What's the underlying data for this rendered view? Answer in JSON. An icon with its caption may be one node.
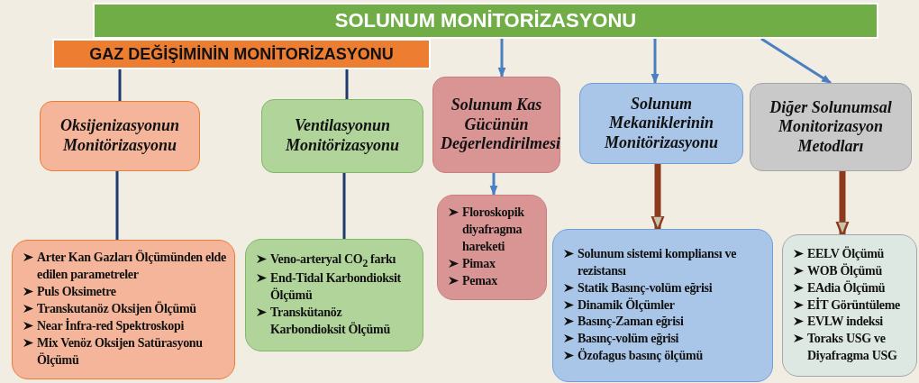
{
  "diagram": {
    "nodes": [
      {
        "text": [
          "SOLUNUM MONİTORİZASYONU"
        ]
      },
      {
        "text": [
          "GAZ DEĞİŞİMİNİN MONİTORİZASYONU"
        ]
      },
      {
        "text": [
          "Oksijenizasyonun Monitörizasyonu"
        ]
      },
      {
        "text": [
          "Ventilasyonun Monitörizasyonu"
        ]
      },
      {
        "text": [
          "Solunum Kas Gücünün Değerlendirilmesi"
        ]
      },
      {
        "text": [
          "Solunum Mekaniklerinin Monitörizasyonu"
        ]
      },
      {
        "text": [
          "Diğer Solunumsal Monitorizasyon Metodları"
        ]
      },
      {
        "text": [
          "Arter Kan Gazları Ölçümünden elde edilen parametreler",
          "Puls Oksimetre",
          "Transkutanöz Oksijen  Ölçümü",
          "Near İnfra-red  Spektroskopi",
          "Mix Venöz Oksijen  Satürasyonu Ölçümü"
        ]
      },
      {
        "text": [
          "Veno-arteryal CO$_{2}$ farkı",
          "End-Tidal Karbondioksit Ölçümü",
          "Transkütanöz Karbondioksit Ölçümü"
        ]
      },
      {
        "text": [
          "Floroskopik diyafragma hareketi",
          "Pimax",
          "Pemax"
        ]
      },
      {
        "text": [
          "Solunum sistemi kompliansı ve rezistansı",
          "Statik Basınç-volüm eğrisi",
          "Dinamik Ölçümler",
          "Basınç-Zaman eğrisi",
          "Basınç-volüm eğrisi",
          "Özofagus basınç ölçümü"
        ]
      },
      {
        "text": [
          "EELV Ölçümü",
          "WOB Ölçümü",
          "EAdia Ölçümü",
          "EİT Görüntüleme",
          "EVLW indeksi",
          "Toraks USG ve Diyafragma USG"
        ]
      }
    ],
    "edges": [
      {
        "from": 1,
        "to": 2,
        "arrow": "none",
        "color": "#1f3a6e"
      },
      {
        "from": 1,
        "to": 3,
        "arrow": "none",
        "color": "#1f3a6e"
      },
      {
        "from": 0,
        "to": 4,
        "arrow": "to"
      },
      {
        "from": 0,
        "to": 5,
        "arrow": "to"
      },
      {
        "from": 0,
        "to": 6,
        "arrow": "to"
      },
      {
        "from": 2,
        "to": 7,
        "arrow": "none",
        "color": "#1f3a6e"
      },
      {
        "from": 3,
        "to": 8,
        "arrow": "none",
        "color": "#1f3a6e"
      },
      {
        "from": 4,
        "to": 9,
        "arrow": "to"
      },
      {
        "from": 5,
        "to": 10,
        "arrow": "to",
        "style": "thick",
        "color": "#8b3a1e"
      },
      {
        "from": 6,
        "to": 11,
        "arrow": "to",
        "style": "thick",
        "color": "#8b3a1e"
      }
    ]
  }
}
